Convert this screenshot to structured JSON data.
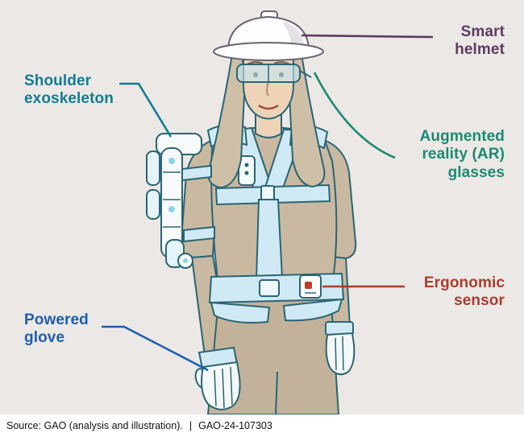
{
  "annotations": {
    "smart_helmet": {
      "label": "Smart helmet",
      "color": "#5e3a62"
    },
    "shoulder_exoskeleton": {
      "label": "Shoulder exoskeleton",
      "color": "#127d93"
    },
    "ar_glasses": {
      "label": "Augmented reality (AR) glasses",
      "color": "#1d8a72"
    },
    "ergonomic_sensor": {
      "label": "Ergonomic sensor",
      "color": "#aa3d2c"
    },
    "powered_glove": {
      "label": "Powered glove",
      "color": "#1e5fad"
    }
  },
  "footer": {
    "source": "Source: GAO (analysis and illustration).",
    "separator": "|",
    "report_id": "GAO-24-107303"
  },
  "illustration": {
    "subject": "worker-wearing-wearable-technologies",
    "colors": {
      "background": "#ebe8e6",
      "outline": "#2a6575",
      "harness": "#cfeaf4",
      "clothing": "#c9b9a1",
      "pants": "#c2b29a",
      "helmet": "#fdfdfd",
      "skin": "#eed3b8",
      "hair": "#cec0a7",
      "sensor_light": "#c23b2a"
    }
  }
}
